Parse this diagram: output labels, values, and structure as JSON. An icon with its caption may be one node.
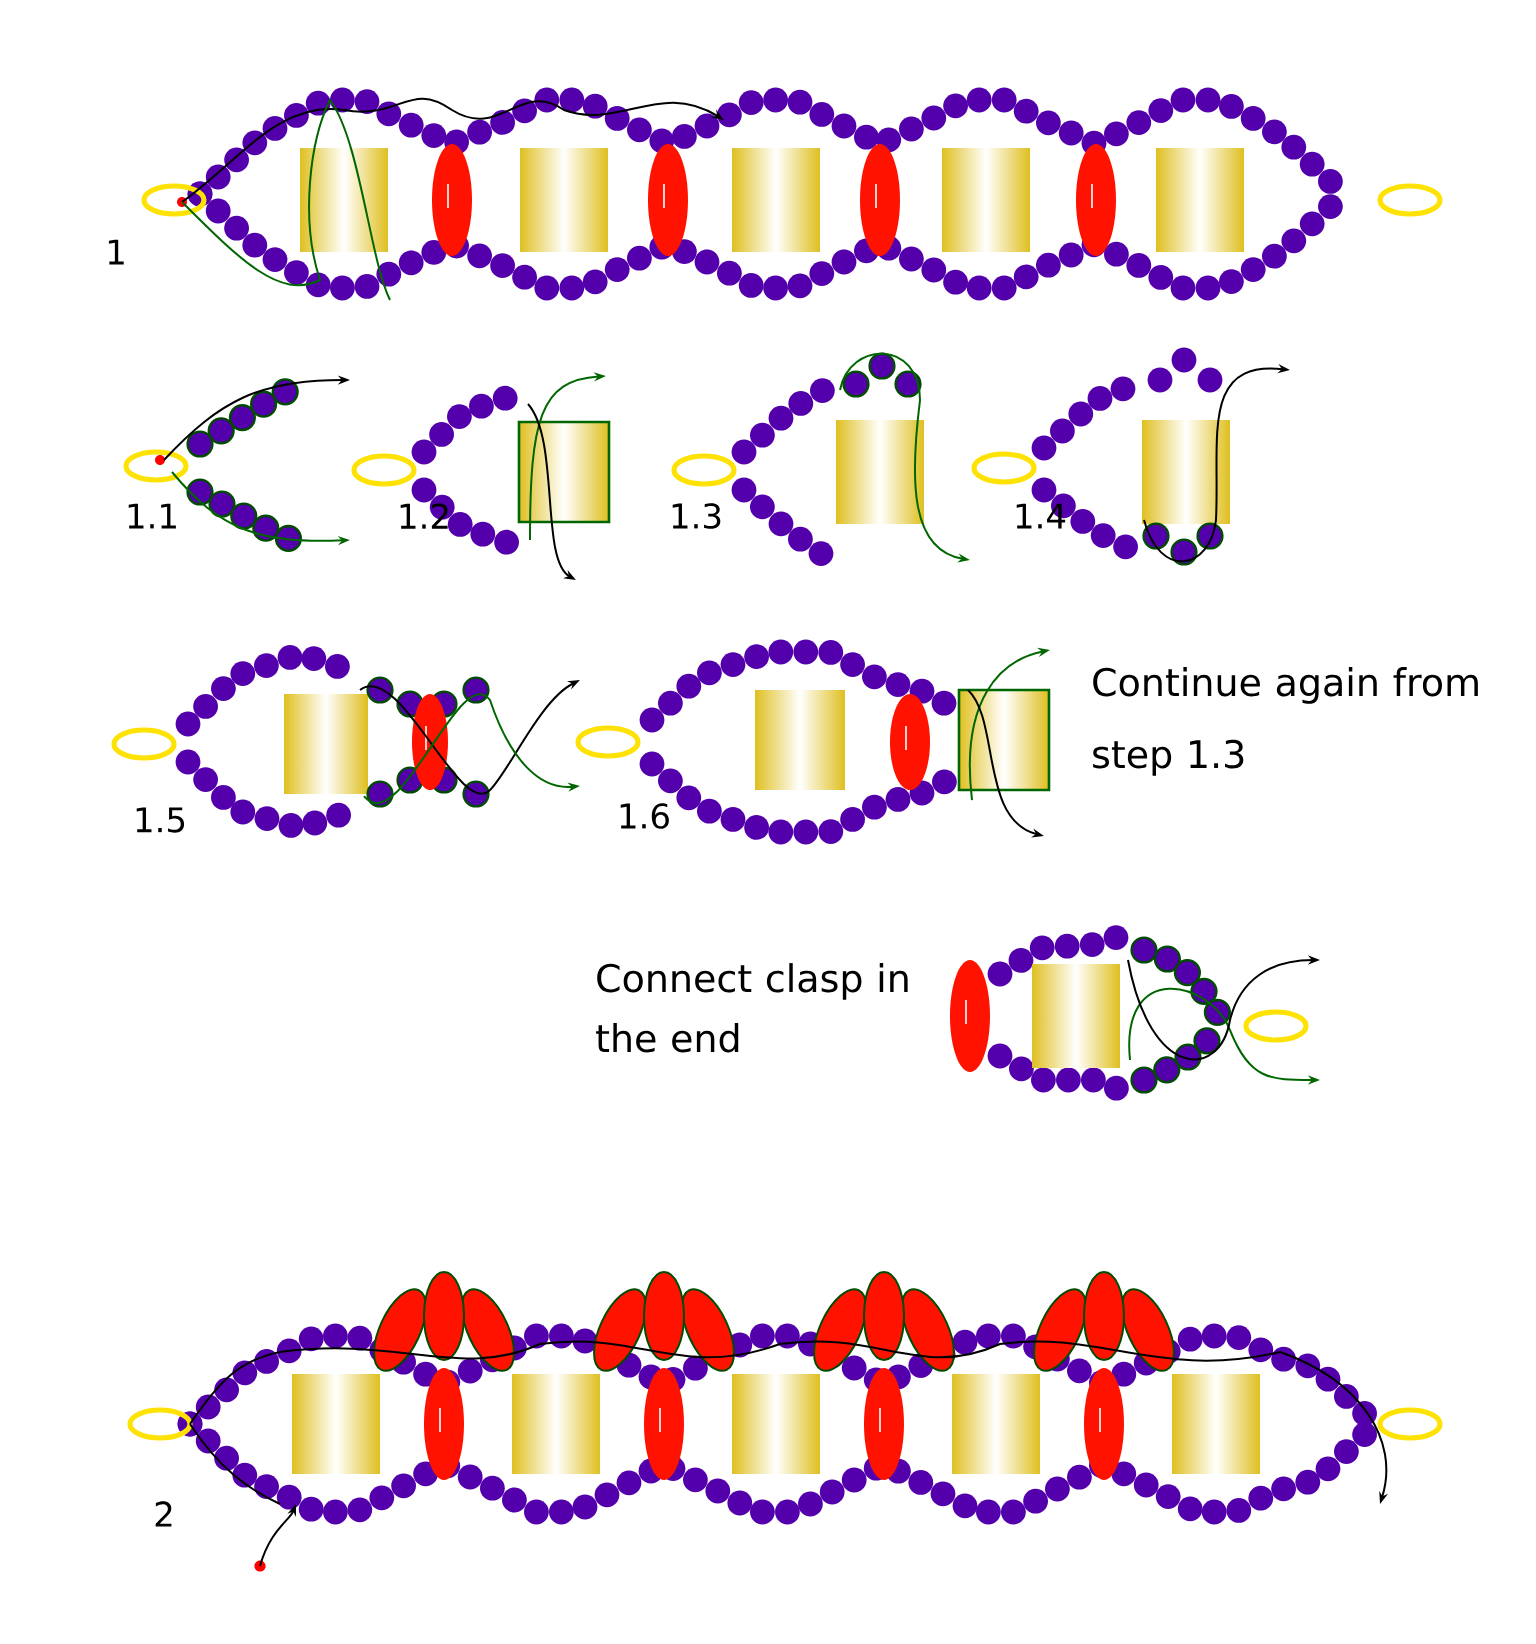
{
  "diagram": {
    "labels": [
      "1",
      "1.1",
      "1.2",
      "1.3",
      "1.4",
      "1.5",
      "1.6",
      "Continue again from step 1.3",
      "Connect clasp in the end",
      "2"
    ]
  }
}
